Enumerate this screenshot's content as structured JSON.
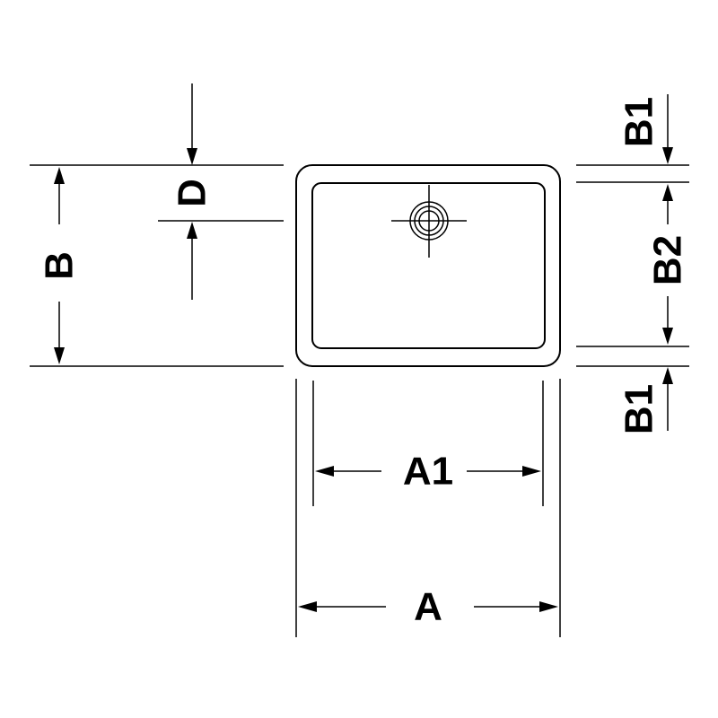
{
  "labels": {
    "a": "A",
    "a1": "A1",
    "b": "B",
    "b1_top": "B1",
    "b2": "B2",
    "b1_bottom": "B1",
    "d": "D"
  },
  "colors": {
    "stroke": "#000000",
    "background": "#ffffff"
  }
}
